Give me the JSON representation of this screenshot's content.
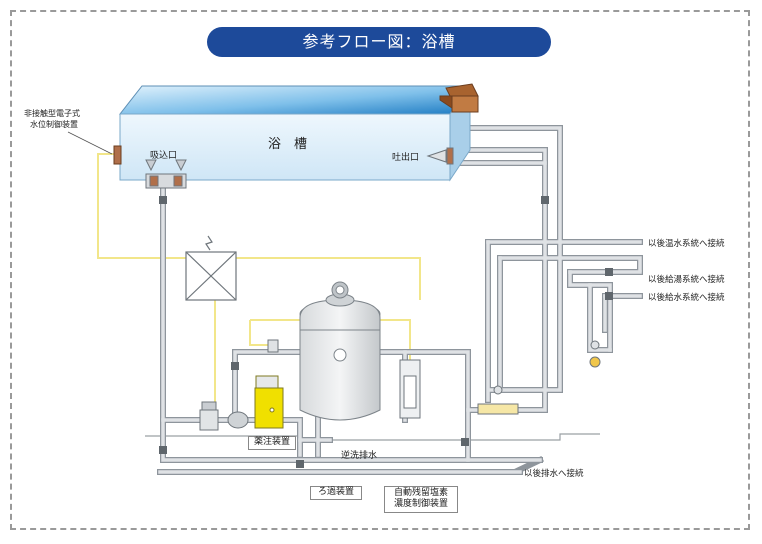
{
  "title": "参考フロー図：浴槽",
  "labels": {
    "bath": "浴　槽",
    "inlet": "吸込口",
    "outlet": "吐出口",
    "level_control": [
      "非接触型電子式",
      "水位制御装置"
    ],
    "chemical_feeder": "薬注装置",
    "backwash": "逆洗排水",
    "filter": "ろ過装置",
    "chlorine_control": [
      "自動残留塩素",
      "濃度制御装置"
    ],
    "connect_hot": "以後温水系統へ接続",
    "connect_supply_hot": "以後給湯系統へ接続",
    "connect_supply_water": "以後給水系統へ接続",
    "connect_drain": "以後排水へ接続"
  },
  "colors": {
    "title_bg": "#1d4a9a",
    "water_light": "#e6f4fd",
    "water_dark": "#3a95d4",
    "pipe": "#c9cdd2",
    "pipe_edge": "#8e959c",
    "signal": "#f2e68a",
    "feeder": "#f0e000",
    "tank_top": "#8a4a1e"
  }
}
